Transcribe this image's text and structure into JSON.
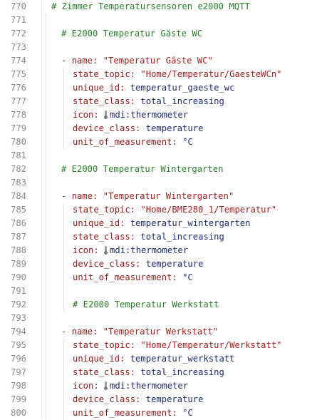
{
  "editor": {
    "lines": [
      {
        "num": "770",
        "parts": [
          {
            "t": "# Zimmer Temperatursensoren e2000 MQTT",
            "c": "comment"
          }
        ],
        "indent": 0
      },
      {
        "num": "771",
        "parts": [],
        "indent": 1
      },
      {
        "num": "772",
        "parts": [
          {
            "t": "# E2000 Temperatur Gäste WC",
            "c": "comment"
          }
        ],
        "indent": 1
      },
      {
        "num": "773",
        "parts": [],
        "indent": 1
      },
      {
        "num": "774",
        "parts": [
          {
            "t": "- ",
            "c": "dash"
          },
          {
            "t": "name: ",
            "c": "key"
          },
          {
            "t": "\"Temperatur Gäste WC\"",
            "c": "str"
          }
        ],
        "indent": 1
      },
      {
        "num": "775",
        "parts": [
          {
            "t": "state_topic: ",
            "c": "key"
          },
          {
            "t": "\"Home/Temperatur/GaesteWCn\"",
            "c": "str"
          }
        ],
        "indent": 2
      },
      {
        "num": "776",
        "parts": [
          {
            "t": "unique_id: ",
            "c": "key"
          },
          {
            "t": "temperatur_gaeste_wc",
            "c": "plain"
          }
        ],
        "indent": 2
      },
      {
        "num": "777",
        "parts": [
          {
            "t": "state_class: ",
            "c": "key"
          },
          {
            "t": "total_increasing",
            "c": "plain"
          }
        ],
        "indent": 2
      },
      {
        "num": "778",
        "parts": [
          {
            "t": "icon: ",
            "c": "key"
          },
          {
            "t": "mdi:thermometer",
            "c": "plain",
            "icon": true
          }
        ],
        "indent": 2
      },
      {
        "num": "779",
        "parts": [
          {
            "t": "device_class: ",
            "c": "key"
          },
          {
            "t": "temperature",
            "c": "plain"
          }
        ],
        "indent": 2
      },
      {
        "num": "780",
        "parts": [
          {
            "t": "unit_of_measurement: ",
            "c": "key"
          },
          {
            "t": "°C",
            "c": "plain"
          }
        ],
        "indent": 2
      },
      {
        "num": "781",
        "parts": [],
        "indent": 1
      },
      {
        "num": "782",
        "parts": [
          {
            "t": "# E2000 Temperatur Wintergarten",
            "c": "comment"
          }
        ],
        "indent": 1
      },
      {
        "num": "783",
        "parts": [],
        "indent": 1
      },
      {
        "num": "784",
        "parts": [
          {
            "t": "- ",
            "c": "dash"
          },
          {
            "t": "name: ",
            "c": "key"
          },
          {
            "t": "\"Temperatur Wintergarten\"",
            "c": "str"
          }
        ],
        "indent": 1
      },
      {
        "num": "785",
        "parts": [
          {
            "t": "state_topic: ",
            "c": "key"
          },
          {
            "t": "\"Home/BME280_1/Temperatur\"",
            "c": "str"
          }
        ],
        "indent": 2
      },
      {
        "num": "786",
        "parts": [
          {
            "t": "unique_id: ",
            "c": "key"
          },
          {
            "t": "temperatur_wintergarten",
            "c": "plain"
          }
        ],
        "indent": 2
      },
      {
        "num": "787",
        "parts": [
          {
            "t": "state_class: ",
            "c": "key"
          },
          {
            "t": "total_increasing",
            "c": "plain"
          }
        ],
        "indent": 2
      },
      {
        "num": "788",
        "parts": [
          {
            "t": "icon: ",
            "c": "key"
          },
          {
            "t": "mdi:thermometer",
            "c": "plain",
            "icon": true
          }
        ],
        "indent": 2
      },
      {
        "num": "789",
        "parts": [
          {
            "t": "device_class: ",
            "c": "key"
          },
          {
            "t": "temperature",
            "c": "plain"
          }
        ],
        "indent": 2
      },
      {
        "num": "790",
        "parts": [
          {
            "t": "unit_of_measurement: ",
            "c": "key"
          },
          {
            "t": "°C",
            "c": "plain"
          }
        ],
        "indent": 2
      },
      {
        "num": "791",
        "parts": [],
        "indent": 2
      },
      {
        "num": "792",
        "parts": [
          {
            "t": "# E2000 Temperatur Werkstatt",
            "c": "comment"
          }
        ],
        "indent": 2
      },
      {
        "num": "793",
        "parts": [],
        "indent": 1
      },
      {
        "num": "794",
        "parts": [
          {
            "t": "- ",
            "c": "dash"
          },
          {
            "t": "name: ",
            "c": "key"
          },
          {
            "t": "\"Temperatur Werkstatt\"",
            "c": "str"
          }
        ],
        "indent": 1
      },
      {
        "num": "795",
        "parts": [
          {
            "t": "state_topic: ",
            "c": "key"
          },
          {
            "t": "\"Home/Temperatur/Werkstatt\"",
            "c": "str"
          }
        ],
        "indent": 2
      },
      {
        "num": "796",
        "parts": [
          {
            "t": "unique_id: ",
            "c": "key"
          },
          {
            "t": "temperatur_werkstatt",
            "c": "plain"
          }
        ],
        "indent": 2
      },
      {
        "num": "797",
        "parts": [
          {
            "t": "state_class: ",
            "c": "key"
          },
          {
            "t": "total_increasing",
            "c": "plain"
          }
        ],
        "indent": 2
      },
      {
        "num": "798",
        "parts": [
          {
            "t": "icon: ",
            "c": "key"
          },
          {
            "t": "mdi:thermometer",
            "c": "plain",
            "icon": true
          }
        ],
        "indent": 2
      },
      {
        "num": "799",
        "parts": [
          {
            "t": "device_class: ",
            "c": "key"
          },
          {
            "t": "temperature",
            "c": "plain"
          }
        ],
        "indent": 2
      },
      {
        "num": "800",
        "parts": [
          {
            "t": "unit_of_measurement: ",
            "c": "key"
          },
          {
            "t": "°C",
            "c": "plain"
          }
        ],
        "indent": 2
      }
    ],
    "icon_name": "thermometer-icon"
  }
}
